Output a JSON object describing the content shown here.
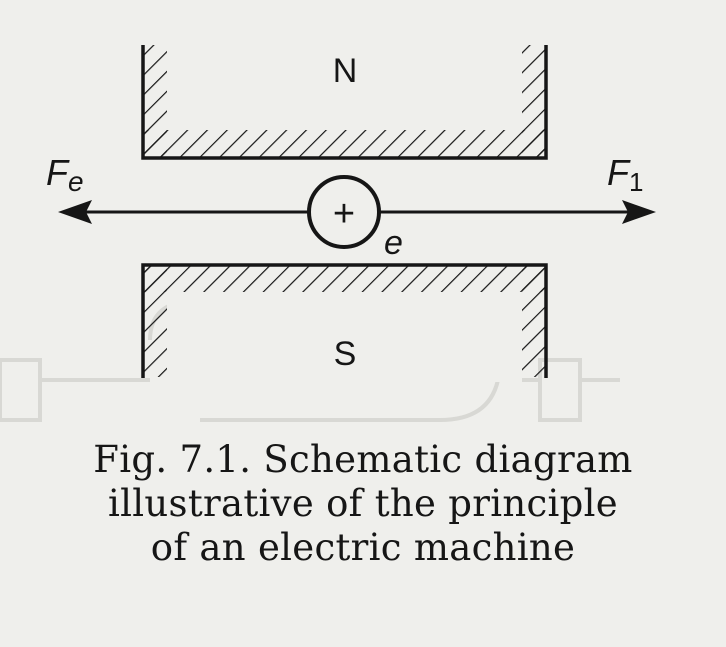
{
  "diagram": {
    "pole_top_label": "N",
    "pole_bottom_label": "S",
    "force_left_label": "F",
    "force_left_subscript": "e",
    "force_right_label": "F",
    "force_right_subscript": "1",
    "charge_symbol": "+",
    "charge_label": "e"
  },
  "caption": {
    "line1": "Fig. 7.1. Schematic diagram",
    "line2": "illustrative of the principle",
    "line3": "of an electric machine"
  },
  "colors": {
    "ink": "#161616",
    "paper": "#efefec",
    "bleed": "#d6d6d2"
  }
}
